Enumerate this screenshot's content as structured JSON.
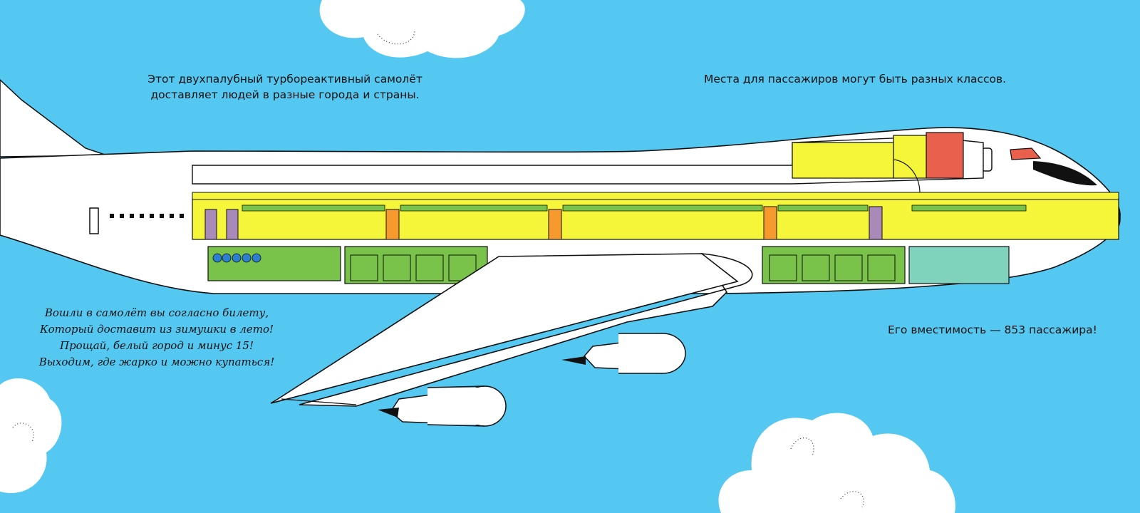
{
  "captions": {
    "intro_line1": "Этот двухпалубный турбореактивный самолёт",
    "intro_line2": "доставляет людей в разные города и страны.",
    "classes": "Места для пассажиров могут быть разных классов.",
    "capacity": "Его вместимость — 853 пассажира!"
  },
  "poem": {
    "lines": [
      "Вошли в самолёт вы согласно билету,",
      "Который доставит из зимушки в лето!",
      "Прощай, белый город и минус 15!",
      "Выходим, где жарко и можно купаться!"
    ]
  },
  "colors": {
    "sky": "#55c8f2",
    "fuselage": "#ffffff",
    "cabin": "#f5f53a",
    "cargo": "#79c34a",
    "cargo_front": "#7fd3bd",
    "cockpit": "#e9604c",
    "galley": "#f79a2e",
    "lavatory": "#a889b8"
  }
}
